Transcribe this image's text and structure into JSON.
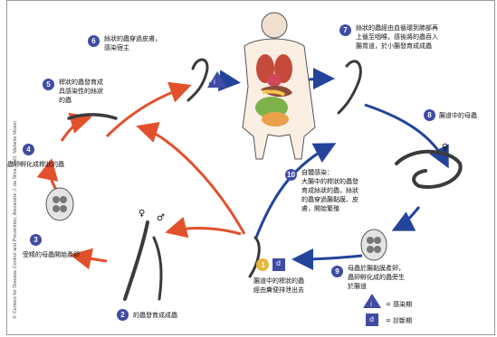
{
  "credit": "© Centers for Disease Control and Prevention, Alexandre J. da Silva, PhD, Melanie Moser",
  "colors": {
    "infective_arrow": "#e2502c",
    "diagnostic_arrow": "#23449a",
    "badge": "#3f4ba4",
    "worm": "#3b3b3b"
  },
  "steps": [
    {
      "num": "1",
      "text": "腸道中的桿狀的蟲\n經由糞便排泄出去"
    },
    {
      "num": "2",
      "text": "的蟲發育成成蟲"
    },
    {
      "num": "3",
      "text": "受精的母蟲開始產卵"
    },
    {
      "num": "4",
      "text": "蟲卵孵化成桿狀的蟲"
    },
    {
      "num": "5",
      "text": "桿狀的蟲發育成\n具感染性的絲狀\n的蟲"
    },
    {
      "num": "6",
      "text": "絲狀的蟲穿過皮膚，\n感染宿主"
    },
    {
      "num": "7",
      "text": "絲狀的蟲經由血循環到肺部再\n上循至咽喉，感後將的蟲吞入\n腸胃道，於小腸發育成成蟲"
    },
    {
      "num": "8",
      "text": "腸道中的母蟲"
    },
    {
      "num": "9",
      "text": "母蟲於腸黏膜產卵，\n蟲卵孵化成的蟲旁生\n於腸道"
    },
    {
      "num": "10",
      "text": "自體感染：\n大腸中的桿狀的蟲發\n育成絲狀的蟲，絲狀\n的蟲穿過腸黏膜、皮\n膚，開始繁殖"
    }
  ],
  "symbols": {
    "female": "♀",
    "male": "♂"
  },
  "markers": {
    "infective": "i",
    "diagnostic": "d"
  },
  "legend": [
    {
      "marker": "i",
      "label": "= 感染期"
    },
    {
      "marker": "d",
      "label": "= 診斷期"
    }
  ]
}
